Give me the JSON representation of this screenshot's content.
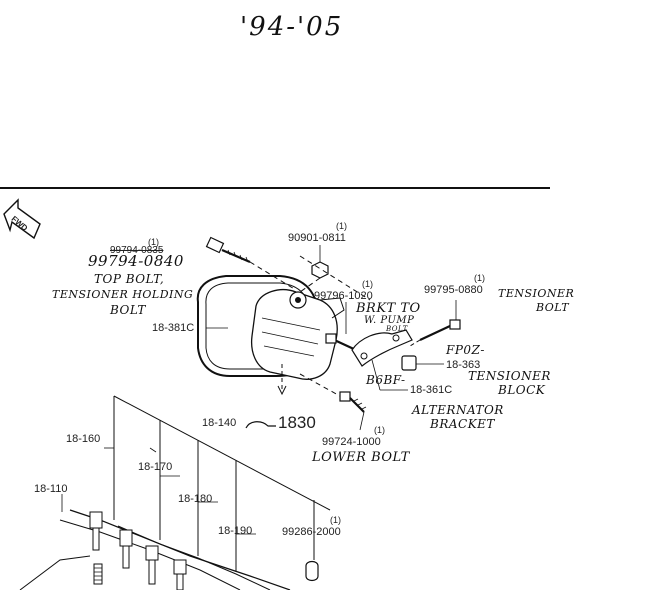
{
  "header": {
    "year_range": "'94-'05"
  },
  "fwd_label": "FWD",
  "parts": [
    {
      "id": "top_bolt_qty",
      "text": "(1)"
    },
    {
      "id": "top_bolt_old",
      "text": "99794-0835"
    },
    {
      "id": "water_nut_qty",
      "text": "(1)"
    },
    {
      "id": "water_nut",
      "text": "90901-0811"
    },
    {
      "id": "brkt_bolt_qty",
      "text": "(1)"
    },
    {
      "id": "brkt_bolt",
      "text": "99796-1020"
    },
    {
      "id": "tens_bolt_qty",
      "text": "(1)"
    },
    {
      "id": "tens_bolt",
      "text": "99795-0880"
    },
    {
      "id": "belt",
      "text": "18-381C"
    },
    {
      "id": "tens_block",
      "text": "18-363"
    },
    {
      "id": "alt_bracket",
      "text": "18-361C"
    },
    {
      "id": "alt_assy",
      "text": "18-140"
    },
    {
      "id": "alt_ref",
      "text": "1830"
    },
    {
      "id": "lower_bolt_qty",
      "text": "(1)"
    },
    {
      "id": "lower_bolt",
      "text": "99724-1000"
    },
    {
      "id": "p160",
      "text": "18-160"
    },
    {
      "id": "p170",
      "text": "18-170"
    },
    {
      "id": "p110",
      "text": "18-110"
    },
    {
      "id": "p180",
      "text": "18-180"
    },
    {
      "id": "p190",
      "text": "18-190"
    },
    {
      "id": "clamp_qty",
      "text": "(1)"
    },
    {
      "id": "clamp",
      "text": "99286-2000"
    }
  ],
  "handwritten": {
    "top_bolt_new": "99794-0840",
    "top_bolt_note": "TOP BOLT,",
    "tensioner_holding": "TENSIONER HOLDING",
    "bolt": "BOLT",
    "brkt_to": "BRKT TO",
    "w_pump": "W. PUMP",
    "bolt_small": "BOLT",
    "tensioner_bolt_1": "TENSIONER",
    "tensioner_bolt_2": "BOLT",
    "fp02": "FP0Z-",
    "tensioner_block_1": "TENSIONER",
    "tensioner_block_2": "BLOCK",
    "b6bf": "B6BF-",
    "alternator_bracket_1": "ALTERNATOR",
    "alternator_bracket_2": "BRACKET",
    "lower_bolt": "LOWER BOLT"
  }
}
